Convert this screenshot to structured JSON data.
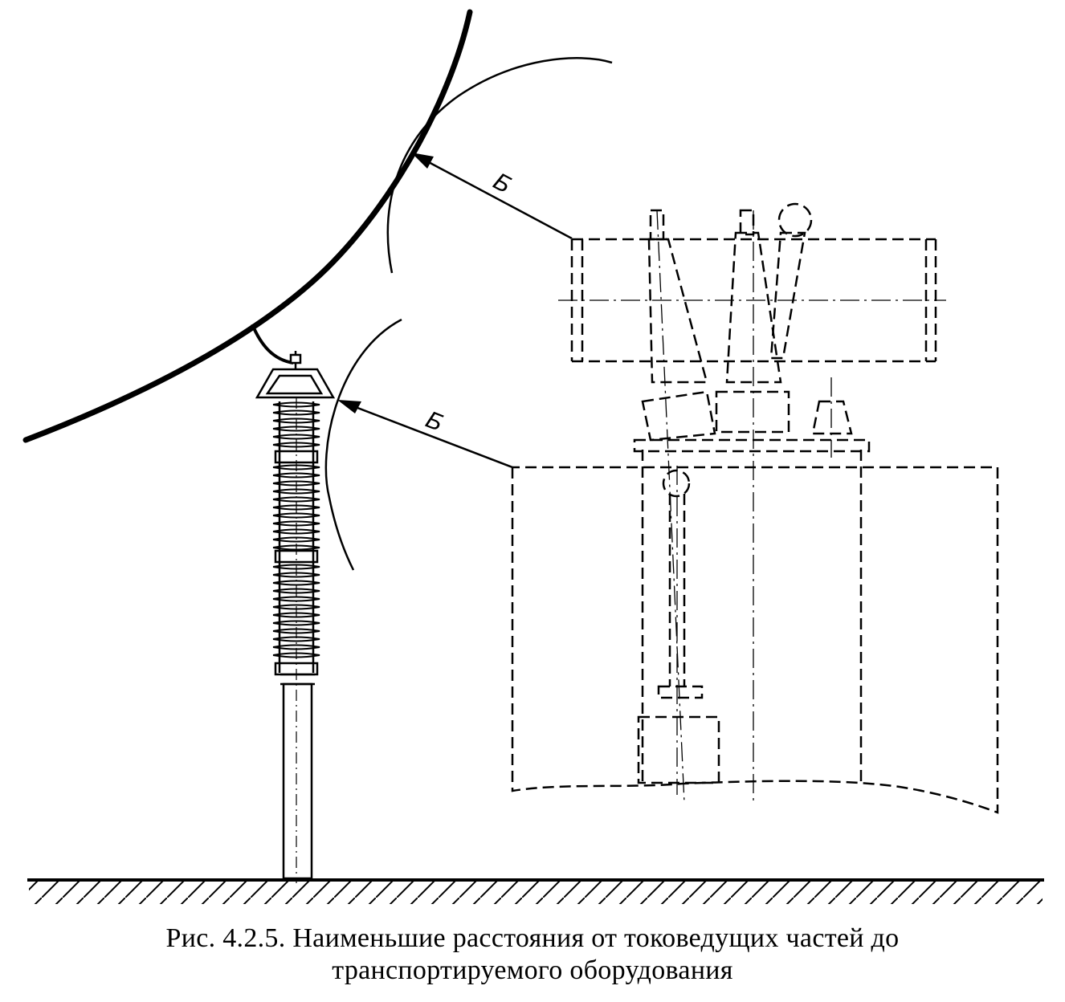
{
  "diagram": {
    "labels": {
      "distance_upper": "Б",
      "distance_lower": "Б"
    },
    "caption": {
      "line1": "Рис. 4.2.5. Наименьшие расстояния от токоведущих частей до",
      "line2": "транспортируемого оборудования"
    },
    "colors": {
      "ink": "#000000",
      "background": "#ffffff"
    }
  }
}
